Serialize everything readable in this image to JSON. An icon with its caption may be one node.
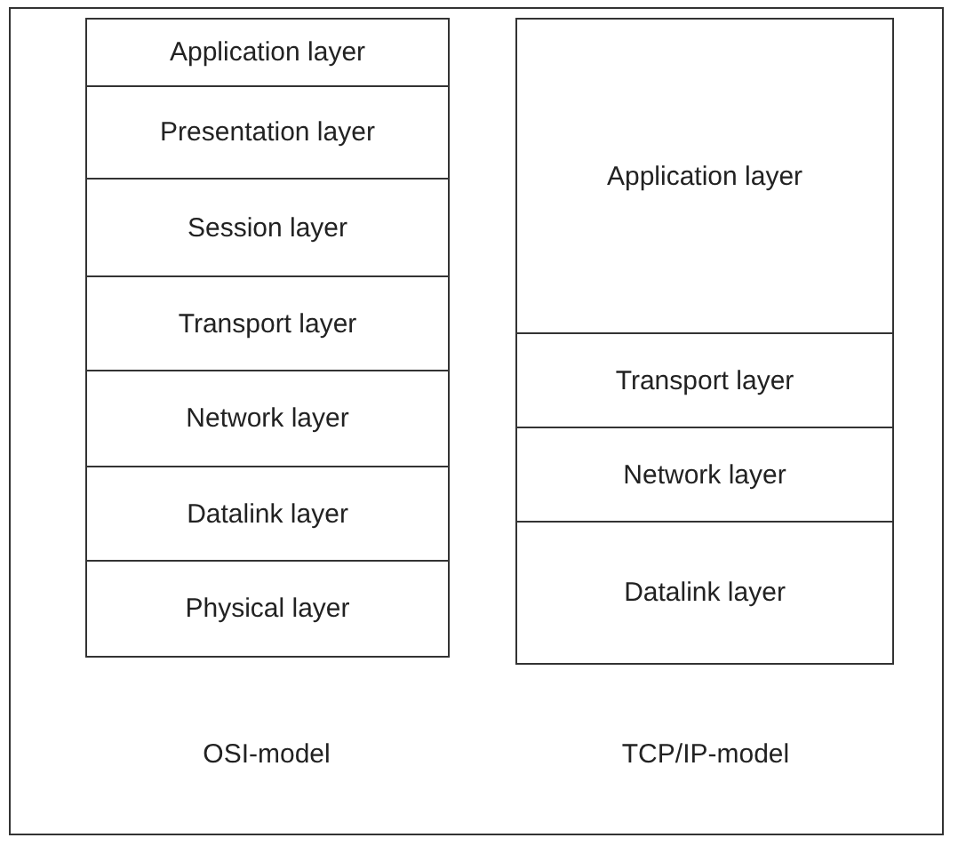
{
  "diagram": {
    "nodes": [
      {
        "text": [
          "Application layer"
        ]
      },
      {
        "text": [
          "Presentation layer"
        ]
      },
      {
        "text": [
          "Session layer"
        ]
      },
      {
        "text": [
          "Transport layer"
        ]
      },
      {
        "text": [
          "Network layer"
        ]
      },
      {
        "text": [
          "Datalink layer"
        ]
      },
      {
        "text": [
          "Physical layer"
        ]
      },
      {
        "text": [
          "Application layer"
        ]
      },
      {
        "text": [
          "Transport layer"
        ]
      },
      {
        "text": [
          "Network layer"
        ]
      },
      {
        "text": [
          "Datalink layer"
        ]
      }
    ],
    "edges": [],
    "labels": [
      "OSI-model",
      "TCP/IP-model"
    ]
  }
}
